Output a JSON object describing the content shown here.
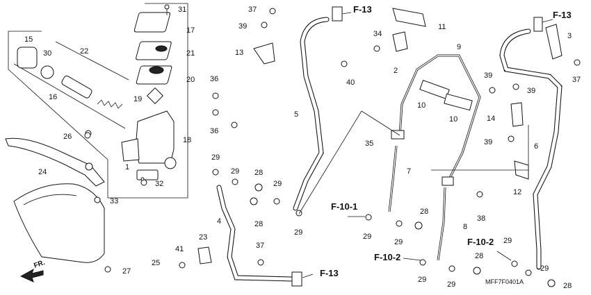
{
  "diagram": {
    "code": "MFF7F0401A",
    "direction_label": "FR.",
    "refs": {
      "r1": "F-13",
      "r2": "F-13",
      "r3": "F-13",
      "r4": "F-10-1",
      "r5": "F-10-2",
      "r6": "F-10-2"
    },
    "callouts": {
      "c1": "1",
      "c2": "2",
      "c3": "3",
      "c4": "4",
      "c5": "5",
      "c6": "6",
      "c7": "7",
      "c8": "8",
      "c9": "9",
      "c10a": "10",
      "c10b": "10",
      "c11": "11",
      "c12": "12",
      "c13": "13",
      "c14": "14",
      "c15": "15",
      "c16": "16",
      "c17": "17",
      "c18": "18",
      "c19": "19",
      "c20": "20",
      "c21": "21",
      "c22": "22",
      "c23": "23",
      "c24": "24",
      "c25": "25",
      "c26": "26",
      "c27": "27",
      "c28a": "28",
      "c28b": "28",
      "c28c": "28",
      "c28d": "28",
      "c28e": "28",
      "c29a": "29",
      "c29b": "29",
      "c29c": "29",
      "c29d": "29",
      "c29e": "29",
      "c29f": "29",
      "c29g": "29",
      "c29h": "29",
      "c29i": "29",
      "c29j": "29",
      "c30": "30",
      "c31": "31",
      "c32": "32",
      "c33": "33",
      "c34": "34",
      "c35": "35",
      "c36a": "36",
      "c36b": "36",
      "c37a": "37",
      "c37b": "37",
      "c37c": "37",
      "c38": "38",
      "c39a": "39",
      "c39b": "39",
      "c39c": "39",
      "c39d": "39",
      "c40": "40",
      "c41": "41"
    }
  }
}
